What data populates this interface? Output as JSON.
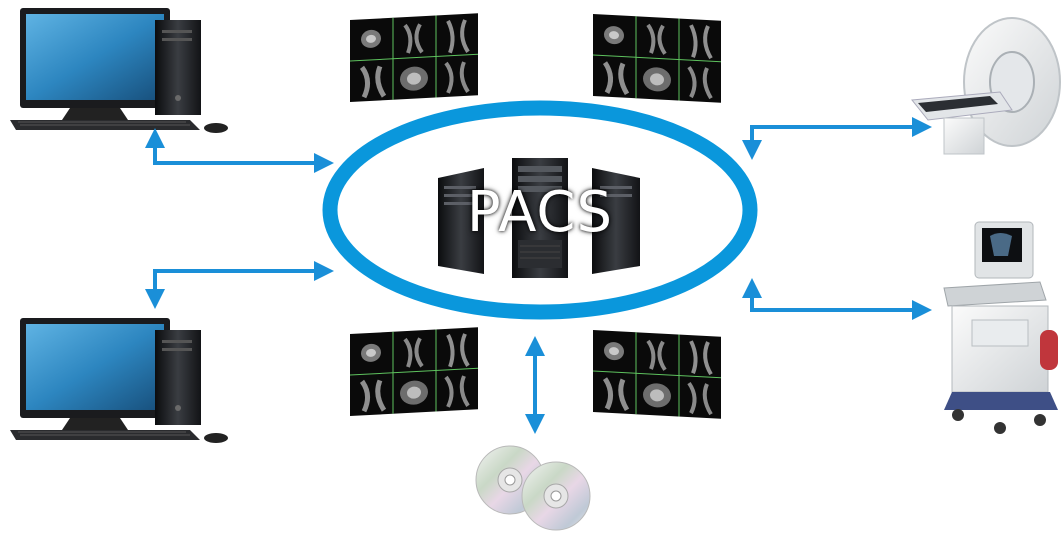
{
  "center": {
    "label": "PACS"
  },
  "colors": {
    "ring": "#0a97dc",
    "arrow": "#1a8fd8",
    "background": "#ffffff",
    "server_dark": "#1a1c20",
    "monitor_screen": "#2b7fb5"
  },
  "icons": [
    "workstation-top-left",
    "workstation-bottom-left",
    "mri-scanner",
    "ultrasound-machine",
    "cd-discs",
    "server-rack",
    "mri-image-panel"
  ]
}
